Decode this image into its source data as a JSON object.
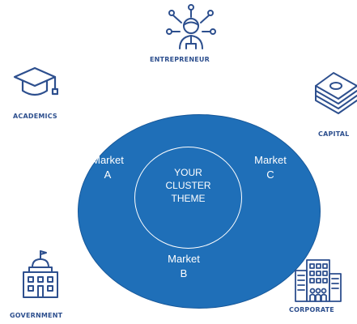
{
  "center": {
    "line1": "YOUR",
    "line2": "CLUSTER",
    "line3": "THEME"
  },
  "markets": {
    "a": {
      "word": "Market",
      "letter": "A"
    },
    "b": {
      "word": "Market",
      "letter": "B"
    },
    "c": {
      "word": "Market",
      "letter": "C"
    }
  },
  "stakeholders": {
    "entrepreneur": {
      "label": "ENTREPRENEUR",
      "icon": "entrepreneur-network-icon"
    },
    "academics": {
      "label": "ACADEMICS",
      "icon": "graduation-cap-icon"
    },
    "capital": {
      "label": "CAPITAL",
      "icon": "money-stack-icon"
    },
    "government": {
      "label": "GOVERNMENT",
      "icon": "government-building-icon"
    },
    "corporate": {
      "label": "CORPORATE",
      "icon": "corporate-building-icon"
    }
  },
  "colors": {
    "ellipse_fill": "#1f6fb8",
    "icon_stroke": "#2d4f8e",
    "text_on_blue": "#ffffff"
  }
}
